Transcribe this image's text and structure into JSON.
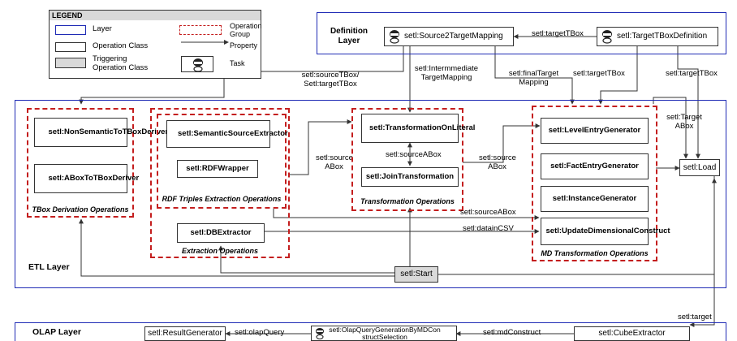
{
  "legend": {
    "title": "LEGEND",
    "layer": "Layer",
    "operation_class": "Operation Class",
    "triggering": "Triggering Operation Class",
    "operation_group": "Operation Group",
    "property": "Property",
    "task": "Task"
  },
  "definition_layer": {
    "label": "Definition Layer",
    "source2target": "setl:Source2TargetMapping",
    "target_tbox_def": "setl:TargetTBoxDefinition"
  },
  "etl_layer": {
    "label": "ETL Layer",
    "tbox_group": "TBox Derivation Operations",
    "nonsemantic": "setl:NonSemanticToTBoxDeriver",
    "abox_deriver": "setl:ABoxToTBoxDeriver",
    "rdf_group": "RDF Triples Extraction Operations",
    "semantic_extractor": "setl:SemanticSourceExtractor",
    "rdfwrapper": "setl:RDFWrapper",
    "extraction_group": "Extraction Operations",
    "dbextractor": "setl:DBExtractor",
    "transform_group": "Transformation Operations",
    "transform_literal": "setl:TransformationOnLiteral",
    "join_transform": "setl:JoinTransformation",
    "md_group": "MD Transformation Operations",
    "level_entry": "setl:LevelEntryGenerator",
    "fact_entry": "setl:FactEntryGenerator",
    "instance_gen": "setl:InstanceGenerator",
    "update_dim": "setl:UpdateDimensionalConstruct",
    "load": "setl:Load",
    "start": "setl:Start"
  },
  "olap_layer": {
    "label": "OLAP Layer",
    "result_gen": "setl:ResultGenerator",
    "olap_query": "setl:OlapQueryGenerationByMDConstructSelection",
    "cube_extractor": "setl:CubeExtractor"
  },
  "properties": {
    "target_tbox": "setl:targetTBox",
    "source_target_tbox": "setl:sourceTBox/ Setl:targetTBox",
    "intermediate": "setl:Intermmediate TargetMapping",
    "final_target": "setl:finalTarget Mapping",
    "target_tbox_md": "setl:targetTBox",
    "target_tbox_load": "setl:targetTBox",
    "target_abox": "setl:Target ABox",
    "source_abox_left": "setl:source ABox",
    "source_abox_center": "setl:sourceABox",
    "source_abox_right": "setl:source ABox",
    "source_abox_line": "setl:sourceABox",
    "datain_csv": "setl:datainCSV",
    "target": "setl:target",
    "md_construct": "setl:mdConstruct",
    "olap_query": "setl:olapQuery"
  },
  "colors": {
    "layer": "#1f2bb5",
    "group": "#c41e1e",
    "trigger": "#d9d9d9"
  }
}
